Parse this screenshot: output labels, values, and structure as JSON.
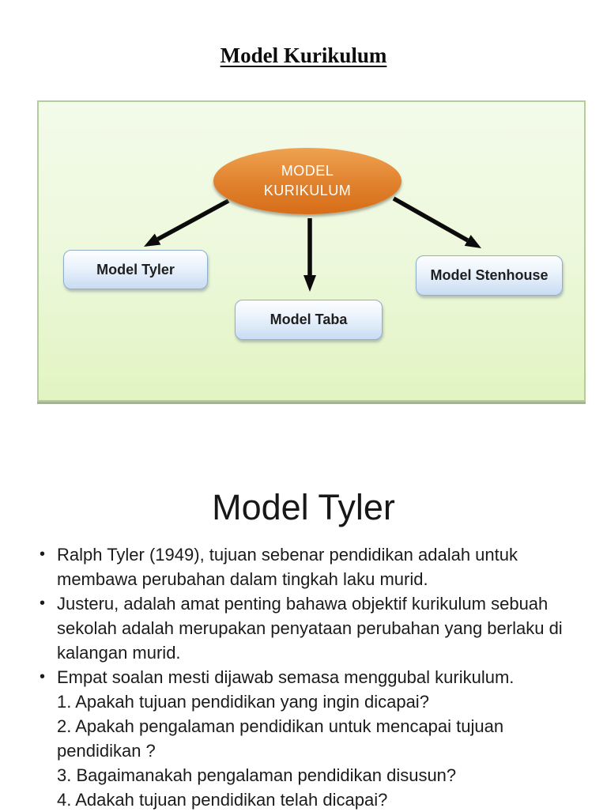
{
  "slide_top": {
    "title": "Model Kurikulum"
  },
  "diagram": {
    "root_label": "MODEL KURIKULUM",
    "nodes": [
      {
        "label": "Model Tyler"
      },
      {
        "label": "Model Taba"
      },
      {
        "label": "Model Stenhouse"
      }
    ],
    "colors": {
      "root_fill": "#DE7C26",
      "node_fill": "#CBDEF3",
      "node_border": "#90AECD",
      "panel_fill_top": "#F3FBEA",
      "panel_fill_bottom": "#E2F4C1",
      "panel_border": "#B5CD9A",
      "arrow": "#0B0B0B"
    }
  },
  "slide_body": {
    "heading": "Model Tyler",
    "bullet_glyph": "•",
    "bullets": [
      "Ralph Tyler (1949), tujuan sebenar pendidikan adalah untuk membawa perubahan dalam tingkah laku murid.",
      "Justeru, adalah amat penting bahawa objektif kurikulum sebuah sekolah adalah merupakan penyataan perubahan yang berlaku di kalangan murid.",
      "Empat soalan mesti dijawab semasa menggubal kurikulum."
    ],
    "questions": [
      "1. Apakah tujuan pendidikan yang ingin dicapai?",
      "2. Apakah pengalaman pendidikan untuk mencapai tujuan pendidikan ?",
      "3. Bagaimanakah pengalaman pendidikan disusun?",
      "4. Adakah tujuan pendidikan telah dicapai?"
    ]
  }
}
